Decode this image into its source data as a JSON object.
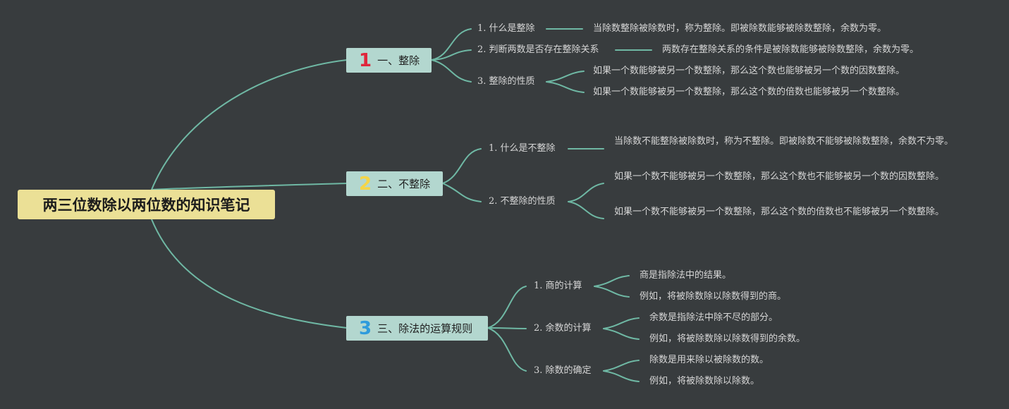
{
  "root": {
    "title": "两三位数除以两位数的知识笔记"
  },
  "colors": {
    "background": "#383c3e",
    "line": "#6fb8a4",
    "root_bg": "#ebe096",
    "branch_bg": "#b3d7cf",
    "icon1": "#e0263b",
    "icon2": "#f5d547",
    "icon3": "#2f9bdc"
  },
  "branches": [
    {
      "icon": "1",
      "label": "一、整除",
      "children": [
        {
          "label": "1. 什么是整除",
          "details": [
            "当除数整除被除数时，称为整除。即被除数能够被除数整除，余数为零。"
          ]
        },
        {
          "label": "2. 判断两数是否存在整除关系",
          "details": [
            "两数存在整除关系的条件是被除数能够被除数整除，余数为零。"
          ]
        },
        {
          "label": "3. 整除的性质",
          "details": [
            "如果一个数能够被另一个数整除，那么这个数也能够被另一个数的因数整除。",
            "如果一个数能够被另一个数整除，那么这个数的倍数也能够被另一个数整除。"
          ]
        }
      ]
    },
    {
      "icon": "2",
      "label": "二、不整除",
      "children": [
        {
          "label": "1. 什么是不整除",
          "details": [
            "当除数不能整除被除数时，称为不整除。即被除数不能够被除数整除，余数不为零。"
          ]
        },
        {
          "label": "2. 不整除的性质",
          "details": [
            "如果一个数不能够被另一个数整除，那么这个数也不能够被另一个数的因数整除。",
            "如果一个数不能够被另一个数整除，那么这个数的倍数也不能够被另一个数整除。"
          ]
        }
      ]
    },
    {
      "icon": "3",
      "label": "三、除法的运算规则",
      "children": [
        {
          "label": "1. 商的计算",
          "details": [
            "商是指除法中的结果。",
            "例如，将被除数除以除数得到的商。"
          ]
        },
        {
          "label": "2. 余数的计算",
          "details": [
            "余数是指除法中除不尽的部分。",
            "例如，将被除数除以除数得到的余数。"
          ]
        },
        {
          "label": "3. 除数的确定",
          "details": [
            "除数是用来除以被除数的数。",
            "例如，将被除数除以除数。"
          ]
        }
      ]
    }
  ]
}
